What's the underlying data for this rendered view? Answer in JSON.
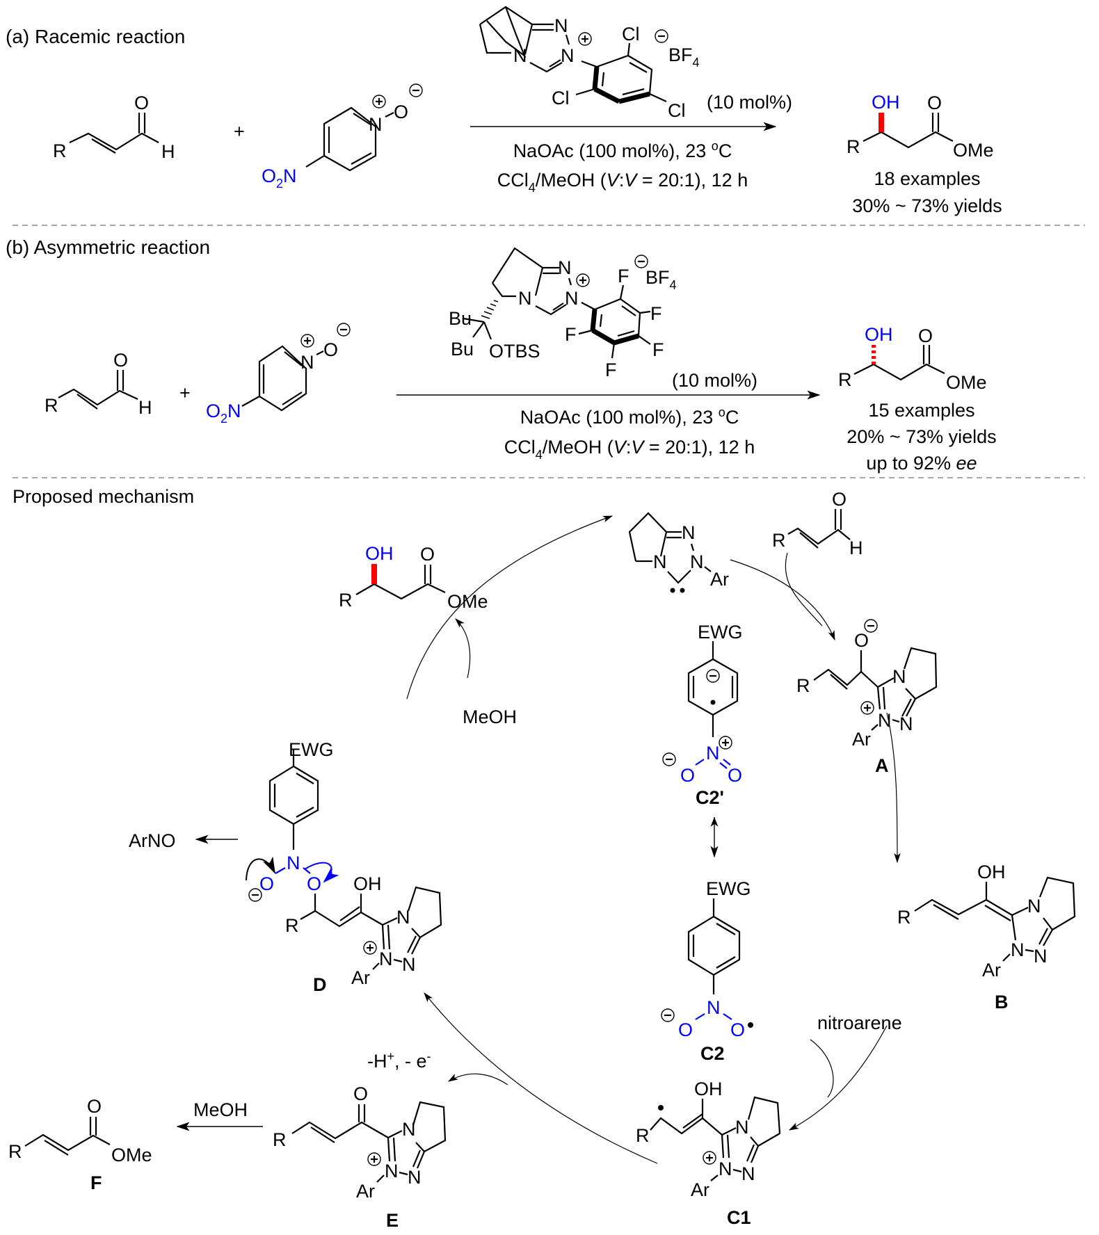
{
  "sections": {
    "a": {
      "title": "(a) Racemic reaction",
      "aldehyde": {
        "R": "R",
        "O": "O",
        "H": "H"
      },
      "plus": "+",
      "oxidant": {
        "substituent": "O2N",
        "N": "N",
        "O": "O"
      },
      "catalyst": {
        "atoms": [
          "N",
          "N",
          "N"
        ],
        "Cl_labels": [
          "Cl",
          "Cl",
          "Cl"
        ],
        "counterion": "BF4",
        "loading": "(10 mol%)"
      },
      "conditions": [
        "NaOAc (100 mol%), 23 °C",
        "CCl4/MeOH (V:V = 20:1), 12 h"
      ],
      "product": {
        "R": "R",
        "OH": "OH",
        "O": "O",
        "OMe": "OMe"
      },
      "scope": [
        "18 examples",
        "30% ~ 73% yields"
      ]
    },
    "b": {
      "title": "(b) Asymmetric reaction",
      "aldehyde": {
        "R": "R",
        "O": "O",
        "H": "H"
      },
      "plus": "+",
      "oxidant": {
        "substituent": "O2N",
        "N": "N",
        "O": "O"
      },
      "catalyst": {
        "atoms": [
          "N",
          "N",
          "N"
        ],
        "F_labels": [
          "F",
          "F",
          "F",
          "F",
          "F"
        ],
        "groups": [
          "Bu",
          "Bu",
          "OTBS"
        ],
        "counterion": "BF4",
        "loading": "(10 mol%)"
      },
      "conditions": [
        "NaOAc (100 mol%), 23 °C",
        "CCl4/MeOH (V:V = 20:1), 12 h"
      ],
      "product": {
        "R": "R",
        "OH": "OH",
        "O": "O",
        "OMe": "OMe"
      },
      "scope": [
        "15 examples",
        "20% ~ 73% yields",
        "up to 92% ee"
      ]
    },
    "mechanism": {
      "title": "Proposed mechanism",
      "carbene": {
        "Ar": "Ar"
      },
      "labels": {
        "A": "A",
        "B": "B",
        "C1": "C1",
        "C2": "C2",
        "C2p": "C2'",
        "D": "D",
        "E": "E",
        "F": "F"
      },
      "reagents": {
        "meoh_top": "MeOH",
        "nitroarene": "nitroarene",
        "oxidation": "-H+, - e-",
        "meoh_bottom": "MeOH",
        "arno": "ArNO"
      },
      "ewg": "EWG"
    }
  },
  "colors": {
    "highlight_atom": "#0000ff",
    "stereo_bond": "#ff0000",
    "separator": "#888888"
  }
}
